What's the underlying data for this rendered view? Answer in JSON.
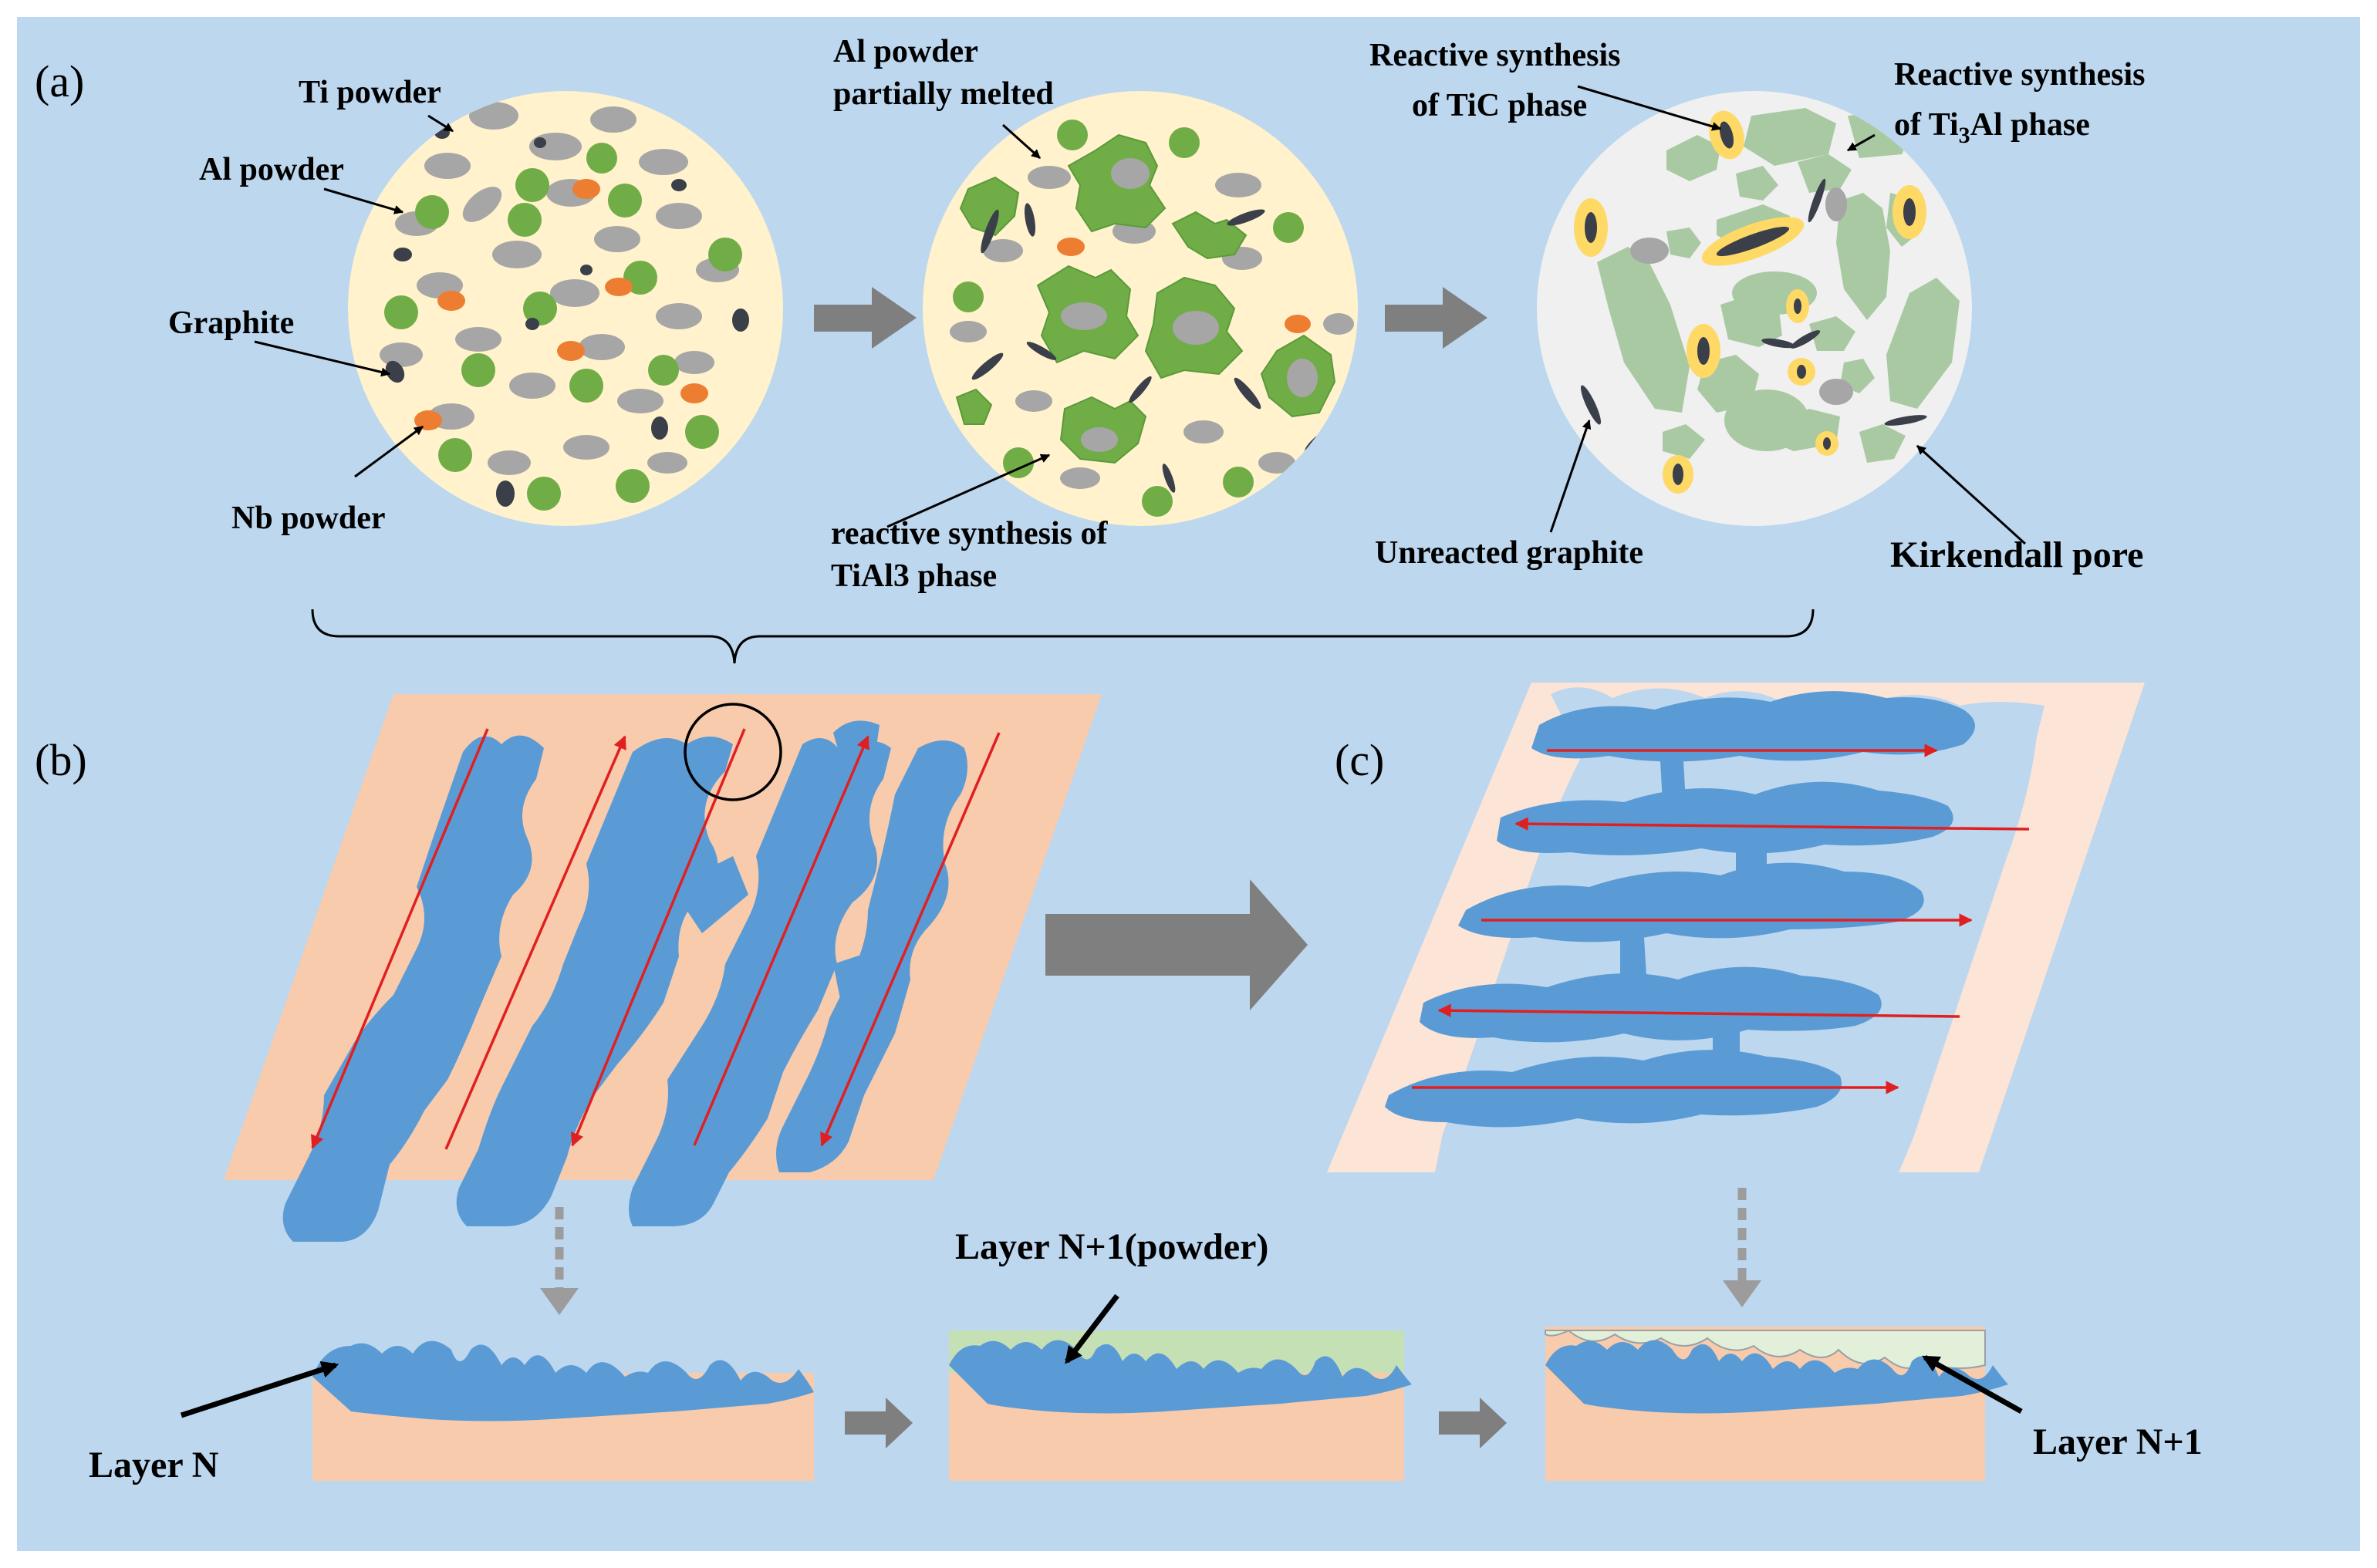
{
  "colors": {
    "background": "#bdd7ee",
    "powder_bg": "#fff2cc",
    "processed_bg": "#f0f0f0",
    "al_green": "#70ad47",
    "phase_green": "#a9c9a3",
    "ti_gray": "#a6a6a6",
    "nb_orange": "#ed7d31",
    "graphite": "#3a3f4a",
    "tic_yellow": "#ffd966",
    "substrate": "#f8cbad",
    "melt_blue": "#5b9bd5",
    "pale_blue": "#bdd7ee",
    "powder_layer": "#c5e0b4",
    "scan_red": "#e02020",
    "arrow_gray": "#7f7f7f"
  },
  "panel_labels": {
    "a": "(a)",
    "b": "(b)",
    "c": "(c)"
  },
  "labels": {
    "ti_powder": "Ti  powder",
    "al_powder": "Al  powder",
    "graphite": "Graphite",
    "nb_powder": "Nb powder",
    "al_melted_1": "Al powder",
    "al_melted_2": "partially melted",
    "tial3_1": "reactive synthesis of",
    "tial3_2": "TiAl3 phase",
    "tic_1": "Reactive synthesis",
    "tic_2": "of TiC phase",
    "ti3al_1": "Reactive synthesis",
    "ti3al_2_pre": "of Ti",
    "ti3al_2_sub": "3",
    "ti3al_2_post": "Al phase",
    "unreacted": "Unreacted graphite",
    "kirkendall": "Kirkendall pore",
    "layer_n": "Layer N",
    "layer_powder": "Layer N+1(powder)",
    "layer_n1": "Layer N+1"
  }
}
